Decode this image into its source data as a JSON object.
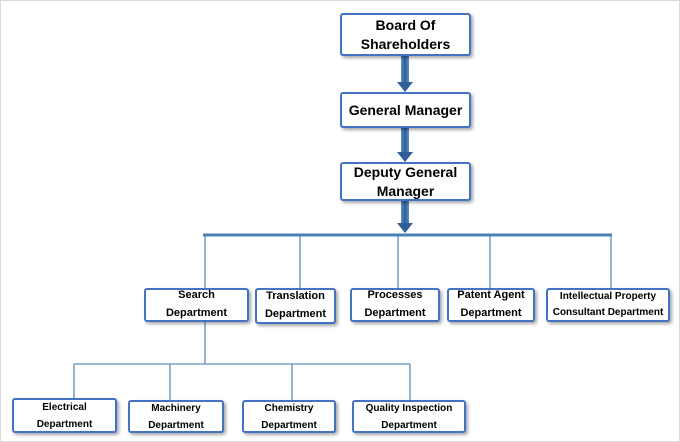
{
  "nodes": {
    "board": "Board Of Shareholders",
    "general_manager": "General Manager",
    "deputy": "Deputy General Manager",
    "search": "Search Department",
    "translation": "Translation Department",
    "processes": "Processes Department",
    "patent_agent": "Patent Agent Department",
    "ip_consultant": "Intellectual Property Consultant Department",
    "electrical": "Electrical Department",
    "machinery": "Machinery Department",
    "chemistry": "Chemistry Department",
    "quality": "Quality Inspection Department"
  },
  "colors": {
    "border": "#4472c4",
    "connector": "#5b8dbd",
    "arrow": "#3c6ea5"
  }
}
